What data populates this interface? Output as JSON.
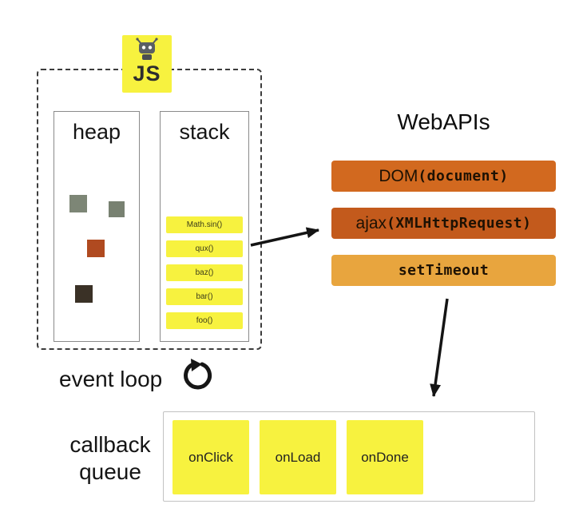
{
  "runtime": {
    "logo": {
      "label": "JS"
    },
    "heap": {
      "label": "heap"
    },
    "stack": {
      "label": "stack",
      "frames": [
        "Math.sin()",
        "qux()",
        "baz()",
        "bar()",
        "foo()"
      ]
    }
  },
  "webapis": {
    "title": "WebAPIs",
    "items": [
      {
        "name": "DOM ",
        "code": "(document)",
        "color": "#d2691f"
      },
      {
        "name": "ajax ",
        "code": "(XMLHttpRequest)",
        "color": "#c35a1c"
      },
      {
        "name": "",
        "code": "setTimeout",
        "color": "#e8a53e"
      }
    ]
  },
  "event_loop": {
    "label": "event loop"
  },
  "callback_queue": {
    "label": "callback queue",
    "items": [
      "onClick",
      "onLoad",
      "onDone"
    ]
  },
  "colors": {
    "yellow": "#f7f23f",
    "heap_squares": [
      "#7d8676",
      "#788171",
      "#b04a20",
      "#3a3126"
    ],
    "arrow": "#141414"
  }
}
